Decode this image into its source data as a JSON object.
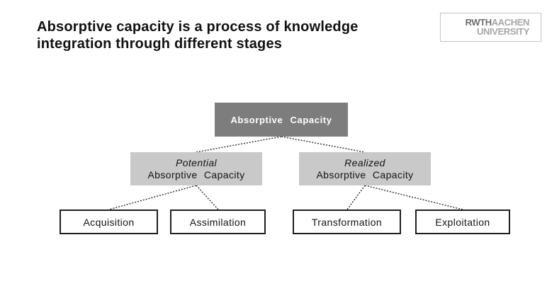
{
  "slide": {
    "title": {
      "line1": "Absorptive capacity is a process of knowledge",
      "line2": "integration through different stages"
    },
    "logo": {
      "brand": "RWTH",
      "city": "AACHEN",
      "line2": "UNIVERSITY"
    }
  },
  "diagram": {
    "root": {
      "label": "Absorptive Capacity"
    },
    "level2": [
      {
        "emphasis": "Potential",
        "label": "Absorptive Capacity"
      },
      {
        "emphasis": "Realized",
        "label": "Absorptive Capacity"
      }
    ],
    "leaves": [
      {
        "label": "Acquisition"
      },
      {
        "label": "Assimilation"
      },
      {
        "label": "Transformation"
      },
      {
        "label": "Exploitation"
      }
    ],
    "colors": {
      "root_bg": "#7d7d7d",
      "root_text": "#ffffff",
      "level2_bg": "#c9c9c9",
      "leaf_border": "#1f1f1f",
      "connector": "#2b2b2b",
      "logo_brand": "#6e6e6e",
      "logo_light": "#a6a6a6"
    },
    "connector_style": "dotted"
  }
}
